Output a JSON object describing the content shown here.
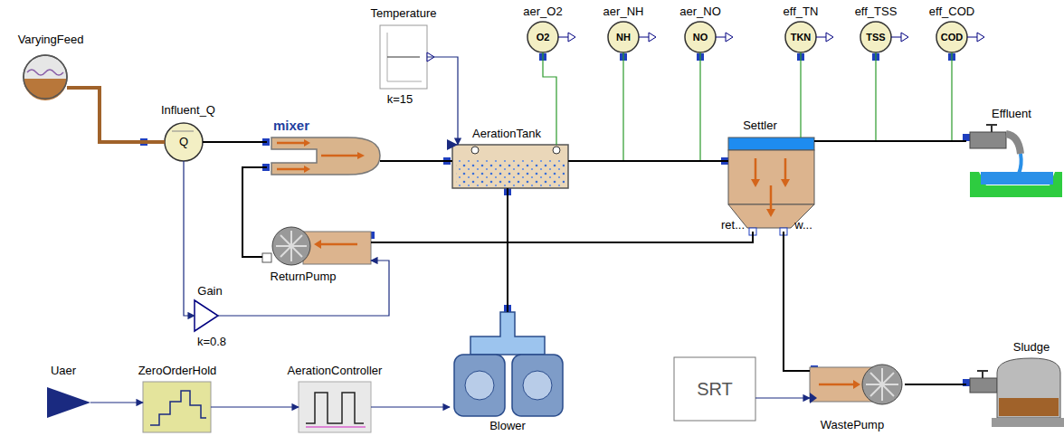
{
  "diagram": {
    "nodes": [
      {
        "text": [
          "VaryingFeed"
        ]
      },
      {
        "text": [
          "Temperature",
          "k=15"
        ]
      },
      {
        "text": [
          "aer_O2",
          "O2"
        ]
      },
      {
        "text": [
          "aer_NH",
          "NH"
        ]
      },
      {
        "text": [
          "aer_NO",
          "NO"
        ]
      },
      {
        "text": [
          "eff_TN",
          "TKN"
        ]
      },
      {
        "text": [
          "eff_TSS",
          "TSS"
        ]
      },
      {
        "text": [
          "eff_COD",
          "COD"
        ]
      },
      {
        "text": [
          "Influent_Q",
          "Q"
        ]
      },
      {
        "text": [
          "mixer"
        ]
      },
      {
        "text": [
          "AerationTank"
        ]
      },
      {
        "text": [
          "Settler",
          "ret...",
          "w..."
        ]
      },
      {
        "text": [
          "Effluent"
        ]
      },
      {
        "text": [
          "ReturnPump"
        ]
      },
      {
        "text": [
          "Gain",
          "k=0.8"
        ]
      },
      {
        "text": [
          "Uaer"
        ]
      },
      {
        "text": [
          "ZeroOrderHold"
        ]
      },
      {
        "text": [
          "AerationController"
        ]
      },
      {
        "text": [
          "Blower"
        ]
      },
      {
        "text": [
          "SRT"
        ]
      },
      {
        "text": [
          "WastePump"
        ]
      },
      {
        "text": [
          "Sludge"
        ]
      }
    ],
    "edges": [
      {
        "from": 0,
        "to": 8,
        "arrow": "none"
      },
      {
        "from": 8,
        "to": 9,
        "arrow": "none"
      },
      {
        "from": 9,
        "to": 10,
        "arrow": "none"
      },
      {
        "from": 1,
        "to": 10,
        "arrow": "to"
      },
      {
        "from": 10,
        "to": 2,
        "arrow": "none"
      },
      {
        "from": 10,
        "to": 3,
        "arrow": "none"
      },
      {
        "from": 10,
        "to": 4,
        "arrow": "none"
      },
      {
        "from": 10,
        "to": 11,
        "arrow": "none"
      },
      {
        "from": 11,
        "to": 5,
        "arrow": "none"
      },
      {
        "from": 11,
        "to": 6,
        "arrow": "none"
      },
      {
        "from": 11,
        "to": 7,
        "arrow": "none"
      },
      {
        "from": 11,
        "to": 12,
        "arrow": "none"
      },
      {
        "from": 11,
        "to": 13,
        "arrow": "none"
      },
      {
        "from": 13,
        "to": 9,
        "arrow": "none"
      },
      {
        "from": 8,
        "to": 14,
        "arrow": "to"
      },
      {
        "from": 14,
        "to": 13,
        "arrow": "to"
      },
      {
        "from": 15,
        "to": 16,
        "arrow": "to"
      },
      {
        "from": 16,
        "to": 17,
        "arrow": "to"
      },
      {
        "from": 17,
        "to": 18,
        "arrow": "to"
      },
      {
        "from": 18,
        "to": 10,
        "arrow": "none"
      },
      {
        "from": 11,
        "to": 20,
        "arrow": "none"
      },
      {
        "from": 19,
        "to": 20,
        "arrow": "to"
      },
      {
        "from": 20,
        "to": 21,
        "arrow": "none"
      }
    ]
  }
}
